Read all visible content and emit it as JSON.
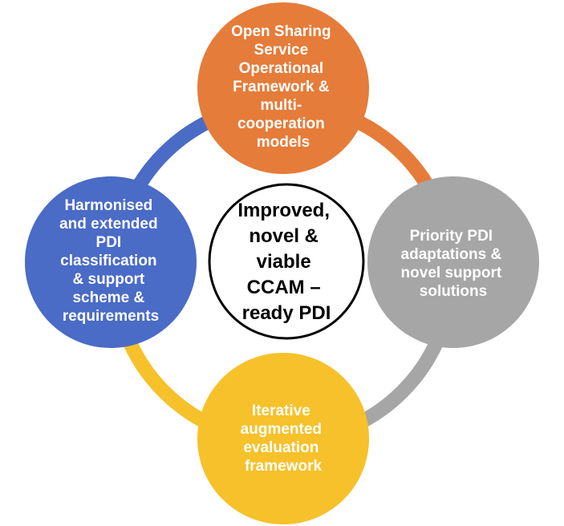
{
  "colors": {
    "top": "#E57C3A",
    "right": "#A6A6A6",
    "bottom": "#F6C12A",
    "left": "#4A6BC6",
    "center_fill": "#ffffff",
    "center_stroke": "#000000",
    "background": "#ffffff"
  },
  "nodes": {
    "top": {
      "lines": [
        "Open Sharing",
        "Service",
        "Operational",
        "Framework &",
        "multi-",
        "cooperation",
        "models"
      ]
    },
    "right": {
      "lines": [
        "Priority PDI",
        "adaptations &",
        "novel support",
        "solutions"
      ]
    },
    "bottom": {
      "lines": [
        "Iterative",
        "augmented",
        "evaluation",
        "framework"
      ]
    },
    "left": {
      "lines": [
        "Harmonised",
        "and extended",
        "PDI",
        "classification",
        "& support",
        "scheme &",
        "requirements"
      ]
    },
    "center": {
      "lines": [
        "Improved,",
        "novel &",
        "viable",
        "CCAM –",
        "ready PDI"
      ]
    }
  }
}
